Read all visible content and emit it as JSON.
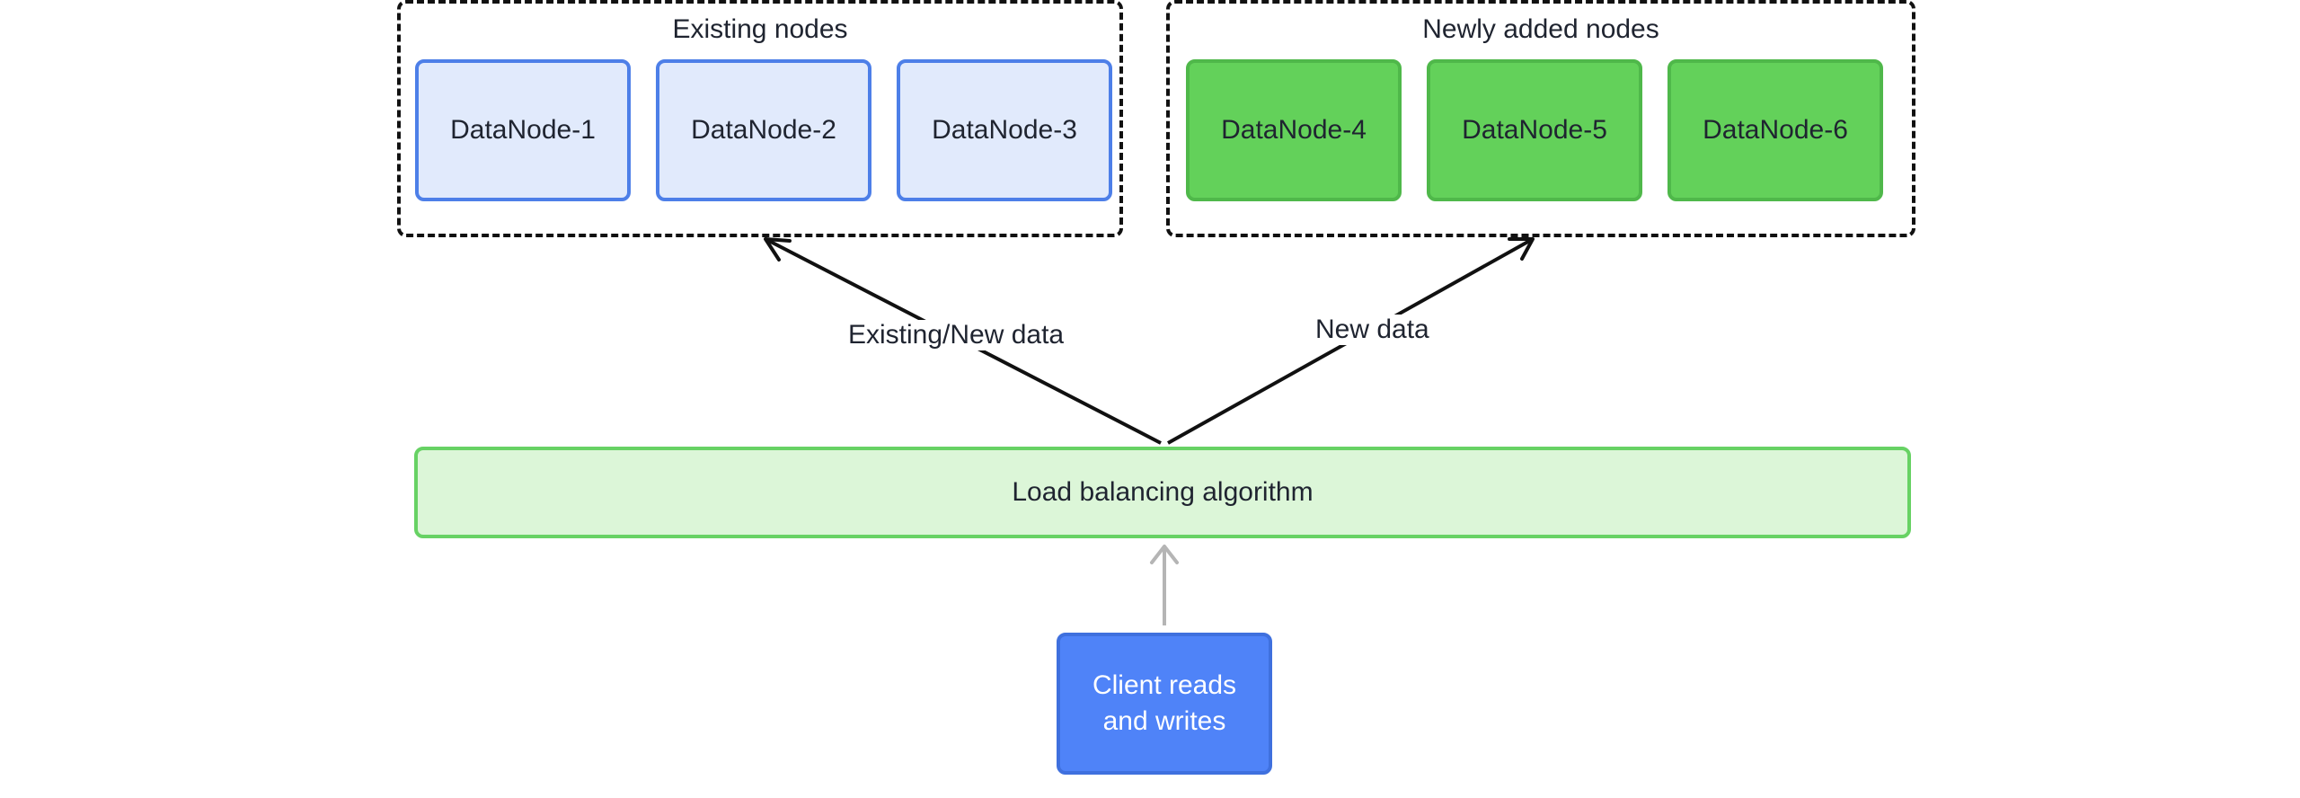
{
  "groups": {
    "existing": {
      "title": "Existing nodes"
    },
    "new": {
      "title": "Newly added nodes"
    }
  },
  "nodes": {
    "existing": [
      "DataNode-1",
      "DataNode-2",
      "DataNode-3"
    ],
    "new": [
      "DataNode-4",
      "DataNode-5",
      "DataNode-6"
    ]
  },
  "load_balancer": {
    "label": "Load balancing algorithm"
  },
  "client": {
    "label": "Client reads and writes"
  },
  "edges": {
    "to_existing": {
      "label": "Existing/New data"
    },
    "to_new": {
      "label": "New data"
    }
  },
  "colors": {
    "existing_node_fill": "#e1eafc",
    "existing_node_border": "#4d7fe8",
    "new_node_fill": "#63d15a",
    "new_node_border": "#4fb84a",
    "load_balancer_fill": "#dcf6d8",
    "load_balancer_border": "#67d264",
    "client_fill": "#4f83f8",
    "arrow_dark": "#111111",
    "arrow_light": "#b5b5b5"
  }
}
